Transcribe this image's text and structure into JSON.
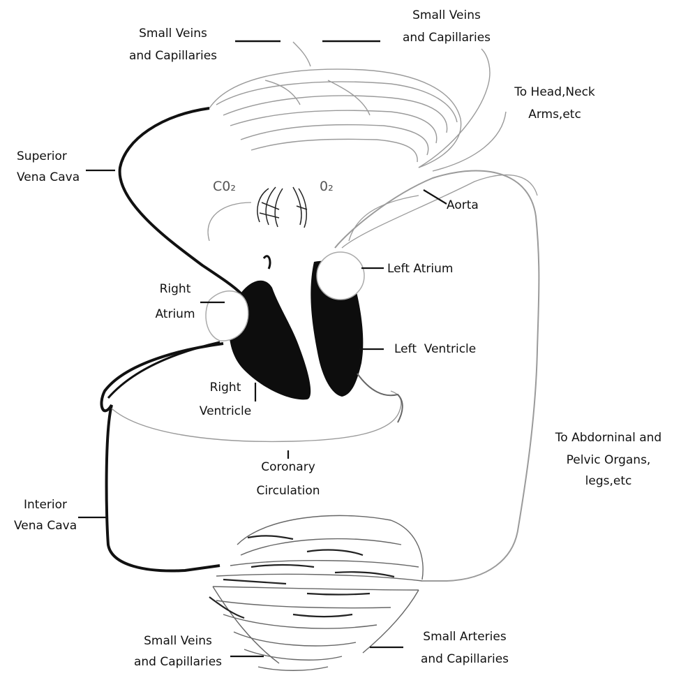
{
  "labels": {
    "small_veins_top_left": [
      "Small Veins",
      "and Capillaries"
    ],
    "small_veins_top_right": [
      "Small Veins",
      "and Capillaries"
    ],
    "to_head": [
      "To Head,Neck",
      "Arms,etc"
    ],
    "superior_vena_cava": [
      "Superior",
      "Vena Cava"
    ],
    "aorta": "Aorta",
    "left_atrium": "Left Atrium",
    "right_atrium": [
      "Right",
      "Atrium"
    ],
    "left_ventricle": "Left  Ventricle",
    "right_ventricle": [
      "Right",
      "Ventricle"
    ],
    "to_abdominal": [
      "To Abdorninal and",
      "Pelvic Organs,",
      "legs,etc"
    ],
    "coronary_circulation": [
      "Coronary",
      "Circulation"
    ],
    "inferior_vena_cava": [
      "Interior",
      "Vena Cava"
    ],
    "small_veins_bottom": [
      "Small Veins",
      "and Capillaries"
    ],
    "small_arteries_bottom": [
      "Small Arteries",
      "and Capillaries"
    ],
    "co2": "C0₂",
    "o2": "0₂"
  },
  "colors": {
    "ink": "#111111",
    "faint": "#9a9a9a",
    "heart": "#0d0d0d"
  }
}
